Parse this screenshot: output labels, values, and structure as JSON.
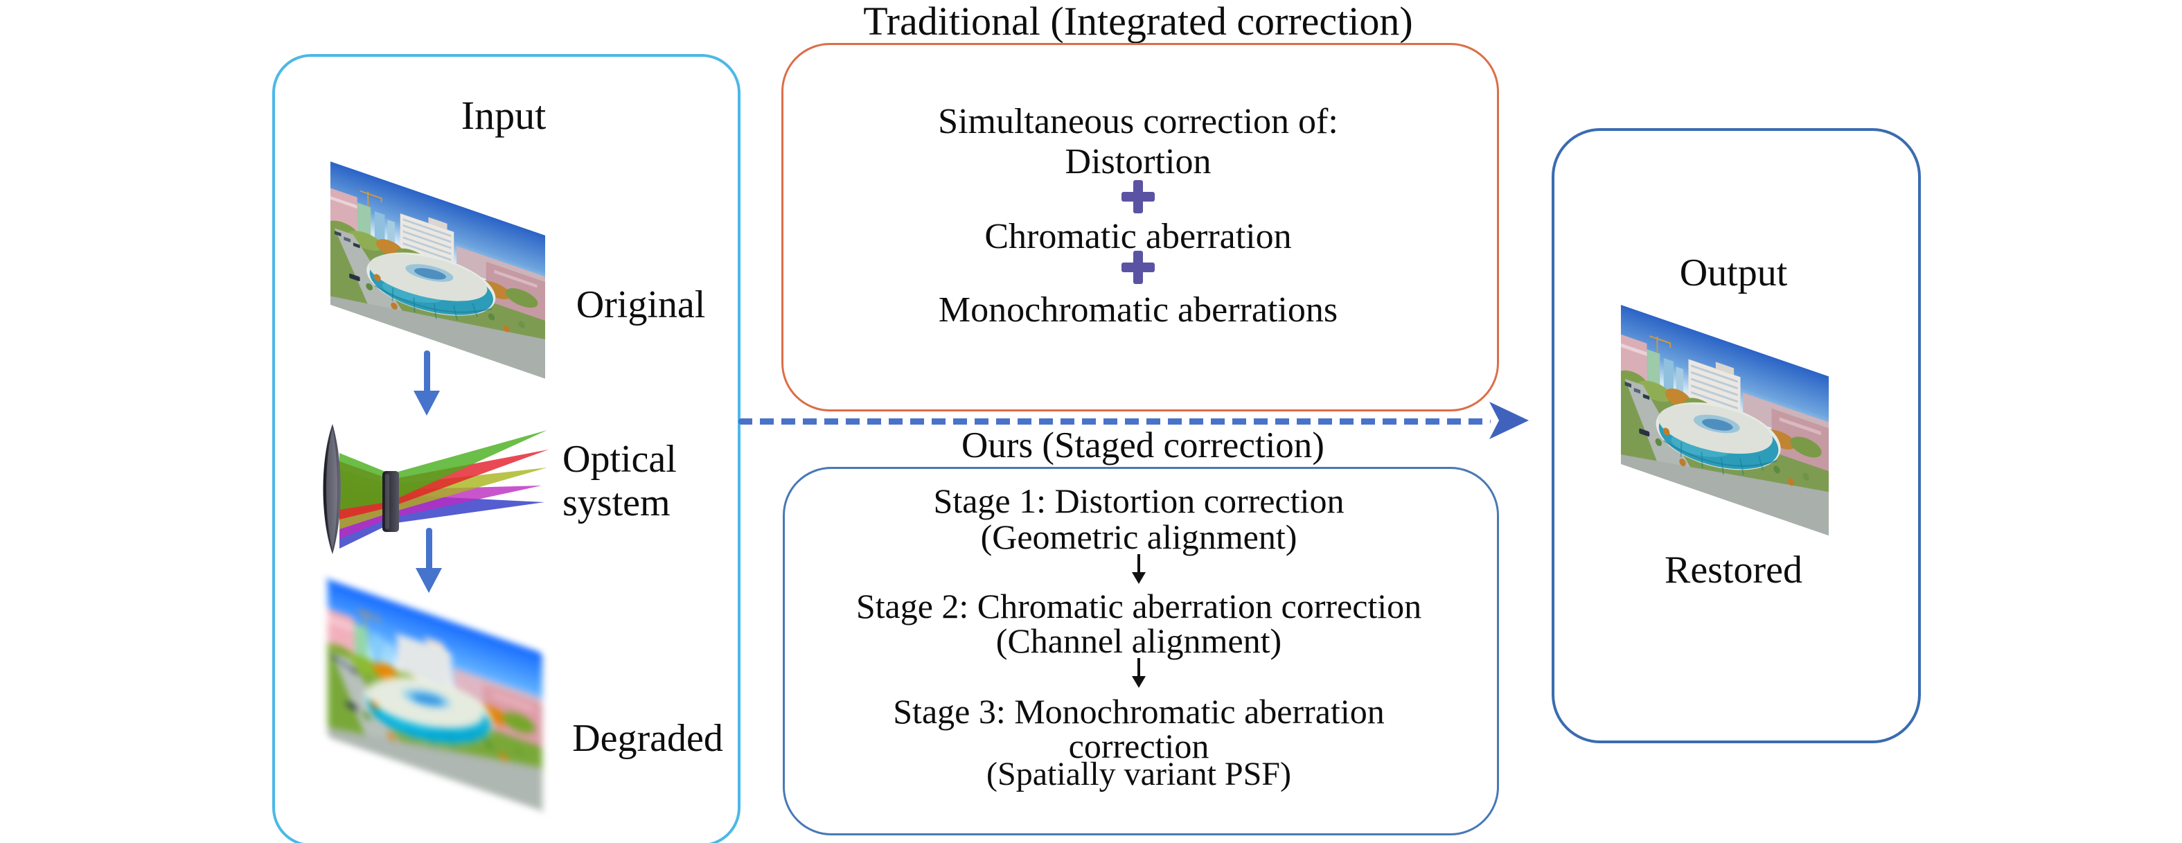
{
  "titles": {
    "traditional": "Traditional (Integrated correction)",
    "ours": "Ours (Staged correction)"
  },
  "input": {
    "title": "Input",
    "original_label": "Original",
    "optical_label_line1": "Optical",
    "optical_label_line2": "system",
    "degraded_label": "Degraded"
  },
  "traditional": {
    "line1": "Simultaneous correction of:",
    "line2": "Distortion",
    "line3": "Chromatic aberration",
    "line4": "Monochromatic aberrations",
    "plus_symbol": "+"
  },
  "staged": {
    "stage1": "Stage 1: Distortion correction",
    "stage1_sub": "(Geometric alignment)",
    "stage2": "Stage 2: Chromatic aberration correction",
    "stage2_sub": "(Channel alignment)",
    "stage3_line1": "Stage 3: Monochromatic aberration",
    "stage3_line2": "correction",
    "stage3_sub": "(Spatially variant PSF)"
  },
  "output": {
    "title": "Output",
    "restored_label": "Restored"
  },
  "colors": {
    "input_box_border": "#4cb8e8",
    "traditional_box_border": "#dc6e48",
    "staged_box_border": "#4879b6",
    "output_box_border": "#3a6cb0",
    "flow_arrow_blue": "#4a72c8",
    "down_arrow_blue": "#4673cc",
    "plus_purple": "#5a53a4",
    "stage_arrow_black": "#111111",
    "text": "#0d0d0d"
  }
}
